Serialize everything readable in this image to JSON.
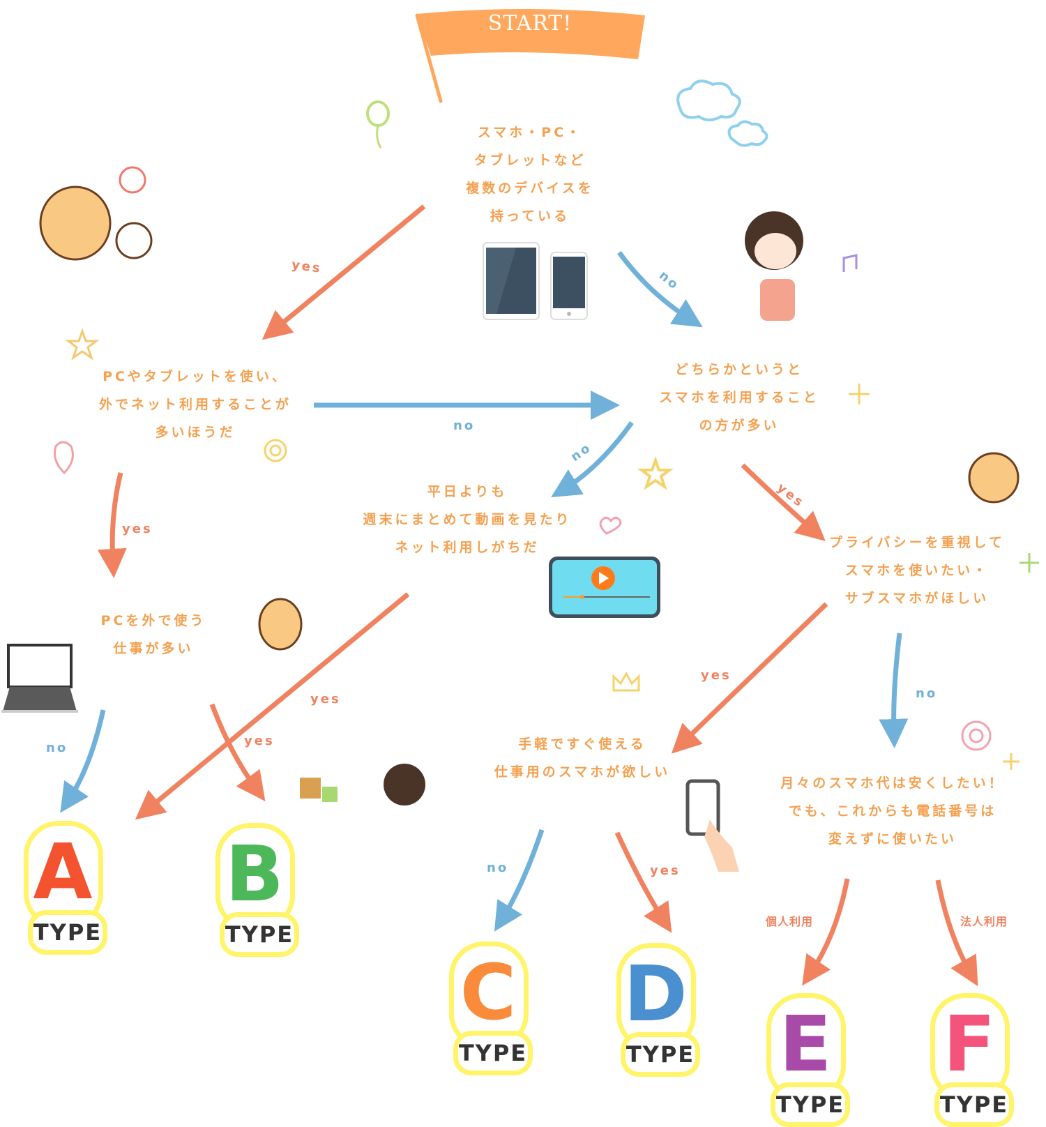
{
  "start": {
    "label": "START!",
    "flag_color": "#ffa75c"
  },
  "colors": {
    "yes_arrow": "#f0825f",
    "no_arrow": "#6fb1d8",
    "question_text": "#f5a04f",
    "type_outline": "#fff46a",
    "type_text": "#333333"
  },
  "questions": {
    "q1": [
      "スマホ・PC・",
      "タブレットなど",
      "複数のデバイスを",
      "持っている"
    ],
    "q2": [
      "PCやタブレットを使い、",
      "外でネット利用することが",
      "多いほうだ"
    ],
    "q3": [
      "どちらかというと",
      "スマホを利用すること",
      "の方が多い"
    ],
    "q4": [
      "PCを外で使う",
      "仕事が多い"
    ],
    "q5": [
      "平日よりも",
      "週末にまとめて動画を見たり",
      "ネット利用しがちだ"
    ],
    "q6": [
      "プライバシーを重視して",
      "スマホを使いたい・",
      "サブスマホがほしい"
    ],
    "q7": [
      "手軽ですぐ使える",
      "仕事用のスマホが欲しい"
    ],
    "q8": [
      "月々のスマホ代は安くしたい！",
      "でも、これからも電話番号は",
      "変えずに使いたい"
    ]
  },
  "labels": {
    "q1_yes": "yes",
    "q1_no": "no",
    "q2_yes": "yes",
    "q2_no": "no",
    "q3_no": "no",
    "q3_yes": "yes",
    "q4_no": "no",
    "q4_yes": "yes",
    "q5_yes": "yes",
    "q6_yes": "yes",
    "q6_no": "no",
    "q7_no": "no",
    "q7_yes": "yes",
    "q8_personal": "個人利用",
    "q8_corporate": "法人利用"
  },
  "results": [
    {
      "letter": "A",
      "word": "TYPE",
      "color": "#f4532f"
    },
    {
      "letter": "B",
      "word": "TYPE",
      "color": "#4cb85a"
    },
    {
      "letter": "C",
      "word": "TYPE",
      "color": "#f98b3a"
    },
    {
      "letter": "D",
      "word": "TYPE",
      "color": "#4a8fcf"
    },
    {
      "letter": "E",
      "word": "TYPE",
      "color": "#a84aa8"
    },
    {
      "letter": "F",
      "word": "TYPE",
      "color": "#f4547b"
    }
  ],
  "illustrations": {
    "devices": "tablet-and-smartphone-icon",
    "video_player": "video-player-phone-icon",
    "laptop": "laptop-icon",
    "phone_tap": "phone-tap-icon"
  }
}
